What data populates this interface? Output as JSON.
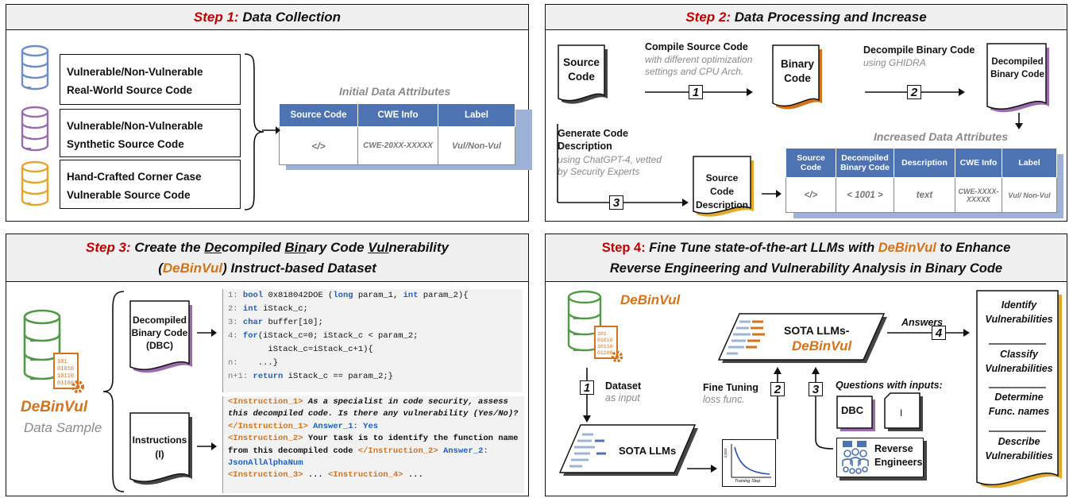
{
  "step1": {
    "step_label": "Step 1:",
    "title": "Data Collection",
    "sources": [
      {
        "line1": "Vulnerable/Non-Vulnerable",
        "line2": "Real-World Source Code",
        "color": "#6b8ec9"
      },
      {
        "line1": "Vulnerable/Non-Vulnerable",
        "line2": "Synthetic Source Code",
        "color": "#9b6bb0"
      },
      {
        "line1": "Hand-Crafted Corner Case",
        "line2": "Vulnerable Source Code",
        "color": "#e3a72a"
      }
    ],
    "table_title": "Initial Data Attributes",
    "table_headers": [
      "Source Code",
      "CWE Info",
      "Label"
    ],
    "table_row": [
      "</>",
      "CWE-20XX-XXXXX",
      "Vul/Non-Vul"
    ]
  },
  "step2": {
    "step_label": "Step 2:",
    "title": "Data Processing and Increase",
    "source_code": "Source Code",
    "compile_title": "Compile Source Code",
    "compile_sub": "with different optimization settings and CPU Arch.",
    "binary_code": "Binary Code",
    "decompile_title": "Decompile Binary Code",
    "decompile_sub": "using GHIDRA",
    "decompiled_binary_code": "Decompiled Binary Code",
    "generate_title": "Generate Code Description",
    "generate_sub": "using ChatGPT-4, vetted by Security Experts",
    "source_code_description": "Source Code Description",
    "table_title": "Increased Data Attributes",
    "table_headers": [
      "Source Code",
      "Decompiled Binary Code",
      "Description",
      "CWE Info",
      "Label"
    ],
    "table_row": [
      "</>",
      "< 1001 >",
      "text",
      "CWE-XXXX-XXXXX",
      "Vul/ Non-Vul"
    ],
    "nums": [
      "1",
      "2",
      "3"
    ]
  },
  "step3": {
    "step_label": "Step 3:",
    "title_pre": "Create the ",
    "title_de": "De",
    "title_mid1": "compiled ",
    "title_bin": "Bin",
    "title_mid2": "ary Code ",
    "title_vul": "Vul",
    "title_mid3": "nerability",
    "title_line2_open": "(",
    "title_dataset": "DeBinVul",
    "title_line2_rest": ") Instruct-based Dataset",
    "dataset_name": "DeBinVul",
    "data_sample": "Data Sample",
    "dbc_label": "Decompiled Binary Code (DBC)",
    "instructions_label": "Instructions (I)",
    "code_lines": [
      {
        "n": "1:",
        "kw": "bool",
        "rest": " 0x818042DOE (",
        "kw2": "long",
        "rest2": " param_1, ",
        "kw3": "int",
        "rest3": " param_2){"
      },
      {
        "n": "2:",
        "kw": "int",
        "rest": " iStack_c;",
        "kw2": "",
        "rest2": "",
        "kw3": "",
        "rest3": ""
      },
      {
        "n": "3:",
        "kw": "char",
        "rest": " buffer[10];",
        "kw2": "",
        "rest2": "",
        "kw3": "",
        "rest3": ""
      },
      {
        "n": "4:",
        "kw": "for",
        "rest": "(iStack_c=0; iStack_c < param_2;",
        "kw2": "",
        "rest2": "",
        "kw3": "",
        "rest3": ""
      },
      {
        "n": "",
        "kw": "",
        "rest": "        iStack_c=iStack_c+1){",
        "kw2": "",
        "rest2": "",
        "kw3": "",
        "rest3": ""
      },
      {
        "n": "n:",
        "kw": "",
        "rest": "    ...}",
        "kw2": "",
        "rest2": "",
        "kw3": "",
        "rest3": ""
      },
      {
        "n": "n+1:",
        "kw": "return",
        "rest": " iStack_c == param_2;}",
        "kw2": "",
        "rest2": "",
        "kw3": "",
        "rest3": ""
      }
    ],
    "ins1_open": "<Instruction_1>",
    "ins1_text": " As a specialist in code security, assess this decompiled code. Is there any vulnerability (Yes/No)?",
    "ins1_close": "</Instruction_1>",
    "ans1": " Answer_1: Yes",
    "ins2_open": "<Instruction_2>",
    "ins2_text": " Your task is to identify the function name from this decompiled code ",
    "ins2_close": "</Instruction_2>",
    "ans2": " Answer_2: JsonAllAlphaNum",
    "ins3_open": "<Instruction_3>",
    "ins3_text": " ... ",
    "ins4_open": "<Instruction_4>",
    "ins4_text": " ..."
  },
  "step4": {
    "step_label": "Step 4:",
    "title_pre": "Fine Tune state-of-the-art LLMs with ",
    "title_dataset": "DeBinVul",
    "title_post": " to Enhance",
    "title_line2": "Reverse Engineering and Vulnerability Analysis in Binary Code",
    "dataset_name": "DeBinVul",
    "dataset_label": "Dataset",
    "dataset_sub": "as input",
    "sota_llms": "SOTA LLMs",
    "fine_tuning": "Fine Tuning",
    "fine_tuning_sub": "loss func.",
    "loss_axis": "Loss",
    "training_axis": "Training Step",
    "sota_debinvul_1": "SOTA LLMs-",
    "sota_debinvul_2": "DeBinVul",
    "answers": "Answers",
    "questions": "Questions with inputs:",
    "dbc": "DBC",
    "i": "I",
    "reverse_engineers": "Reverse Engineers",
    "outputs": [
      "Identify Vulnerabilities",
      "Classify Vulnerabilities",
      "Determine Func. names",
      "Describe Vulnerabilities"
    ],
    "nums": [
      "1",
      "2",
      "3",
      "4"
    ]
  }
}
